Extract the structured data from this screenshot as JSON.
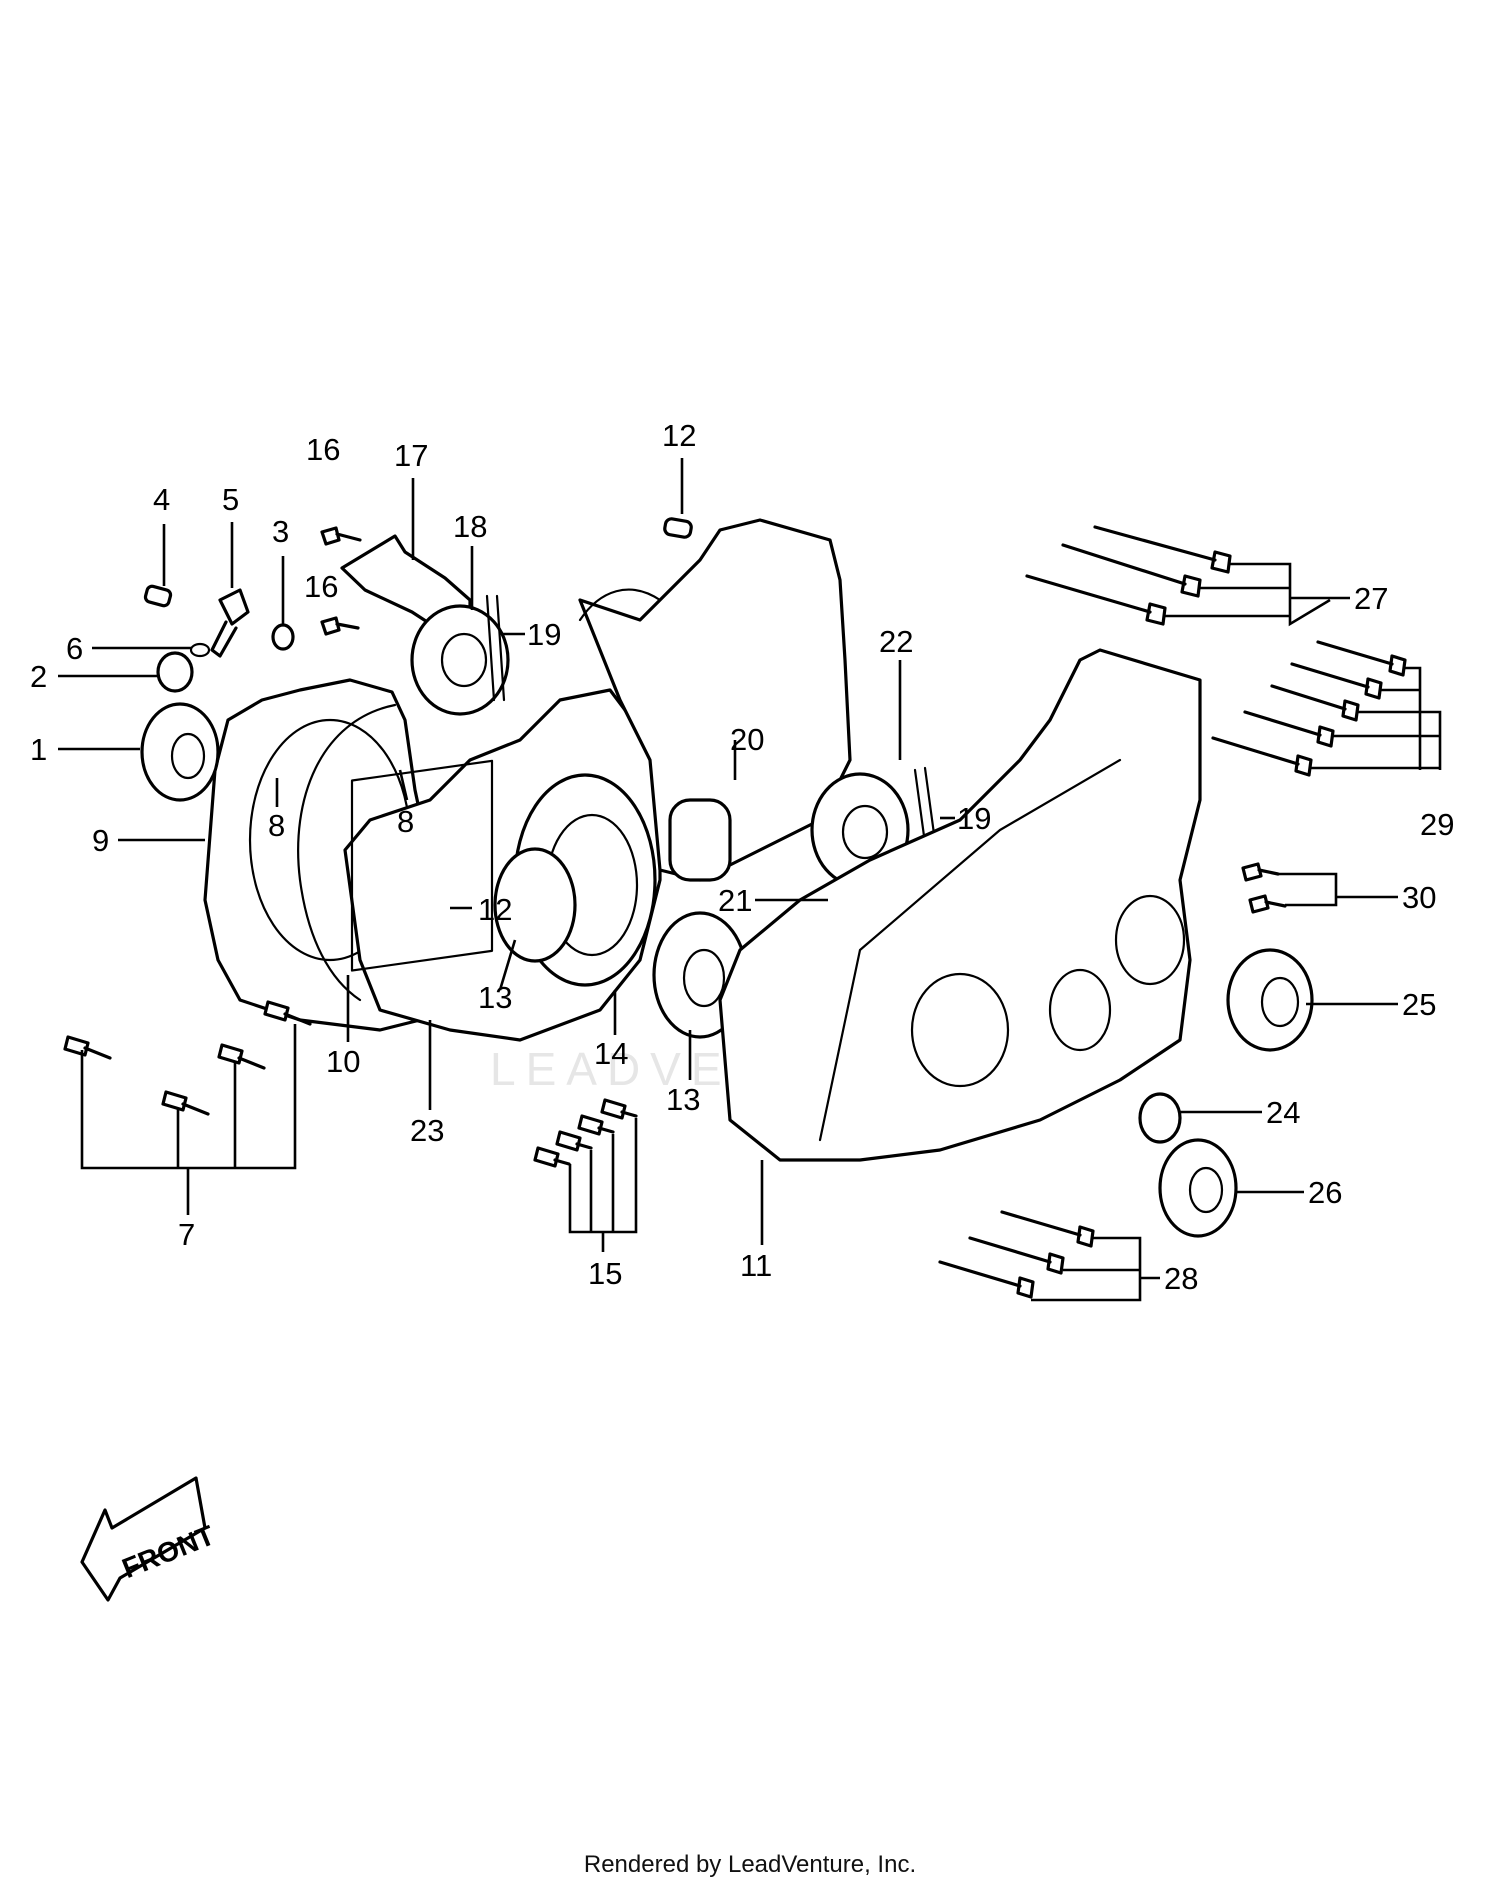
{
  "diagram": {
    "watermark": "LEADVENTURE",
    "front_label": "FRONT",
    "footer": "Rendered by LeadVenture, Inc.",
    "callouts": [
      {
        "id": "c1",
        "text": "1"
      },
      {
        "id": "c2",
        "text": "2"
      },
      {
        "id": "c3",
        "text": "3"
      },
      {
        "id": "c4",
        "text": "4"
      },
      {
        "id": "c5",
        "text": "5"
      },
      {
        "id": "c6",
        "text": "6"
      },
      {
        "id": "c7",
        "text": "7"
      },
      {
        "id": "c8a",
        "text": "8"
      },
      {
        "id": "c8b",
        "text": "8"
      },
      {
        "id": "c9",
        "text": "9"
      },
      {
        "id": "c10",
        "text": "10"
      },
      {
        "id": "c11",
        "text": "11"
      },
      {
        "id": "c12a",
        "text": "12"
      },
      {
        "id": "c12b",
        "text": "12"
      },
      {
        "id": "c13a",
        "text": "13"
      },
      {
        "id": "c13b",
        "text": "13"
      },
      {
        "id": "c14",
        "text": "14"
      },
      {
        "id": "c15",
        "text": "15"
      },
      {
        "id": "c16a",
        "text": "16"
      },
      {
        "id": "c16b",
        "text": "16"
      },
      {
        "id": "c17",
        "text": "17"
      },
      {
        "id": "c18",
        "text": "18"
      },
      {
        "id": "c19a",
        "text": "19"
      },
      {
        "id": "c19b",
        "text": "19"
      },
      {
        "id": "c20",
        "text": "20"
      },
      {
        "id": "c21",
        "text": "21"
      },
      {
        "id": "c22",
        "text": "22"
      },
      {
        "id": "c23",
        "text": "23"
      },
      {
        "id": "c24",
        "text": "24"
      },
      {
        "id": "c25",
        "text": "25"
      },
      {
        "id": "c26",
        "text": "26"
      },
      {
        "id": "c27",
        "text": "27"
      },
      {
        "id": "c28",
        "text": "28"
      },
      {
        "id": "c29",
        "text": "29"
      },
      {
        "id": "c30",
        "text": "30"
      }
    ]
  }
}
